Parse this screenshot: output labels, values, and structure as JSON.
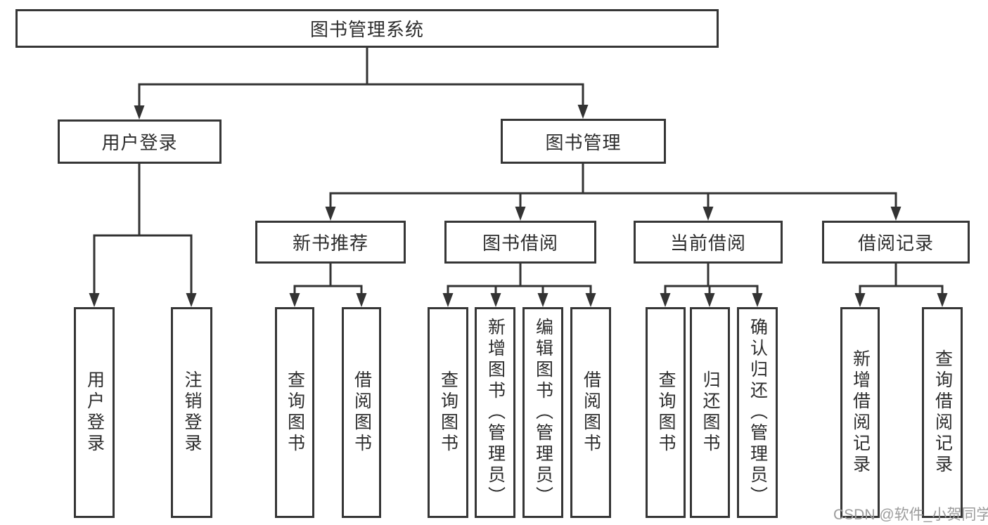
{
  "diagram": {
    "root": {
      "label": "图书管理系统"
    },
    "level2": [
      {
        "id": "user-login",
        "label": "用户登录"
      },
      {
        "id": "book-management",
        "label": "图书管理"
      }
    ],
    "level3": [
      {
        "id": "new-book-recommend",
        "label": "新书推荐",
        "parent": "图书管理"
      },
      {
        "id": "book-borrow",
        "label": "图书借阅",
        "parent": "图书管理"
      },
      {
        "id": "current-borrow",
        "label": "当前借阅",
        "parent": "图书管理"
      },
      {
        "id": "borrow-record",
        "label": "借阅记录",
        "parent": "图书管理"
      }
    ],
    "level4": [
      {
        "label": "用户登录",
        "parent": "用户登录"
      },
      {
        "label": "注销登录",
        "parent": "用户登录"
      },
      {
        "label": "查询图书",
        "parent": "新书推荐"
      },
      {
        "label": "借阅图书",
        "parent": "新书推荐"
      },
      {
        "label": "查询图书",
        "parent": "图书借阅"
      },
      {
        "label": "新增图书（管理员）",
        "parent": "图书借阅"
      },
      {
        "label": "编辑图书（管理员）",
        "parent": "图书借阅"
      },
      {
        "label": "借阅图书",
        "parent": "图书借阅"
      },
      {
        "label": "查询图书",
        "parent": "当前借阅"
      },
      {
        "label": "归还图书",
        "parent": "当前借阅"
      },
      {
        "label": "确认归还（管理员）",
        "parent": "当前借阅"
      },
      {
        "label": "新增借阅记录",
        "parent": "借阅记录"
      },
      {
        "label": "查询借阅记录",
        "parent": "借阅记录"
      }
    ]
  },
  "watermark": {
    "text": "CSDN @软件_小贺同学",
    "color": "#9c9c9c"
  },
  "colors": {
    "line": "#333333",
    "box_border": "#363636",
    "text": "#2d2d2d",
    "background": "#ffffff"
  }
}
